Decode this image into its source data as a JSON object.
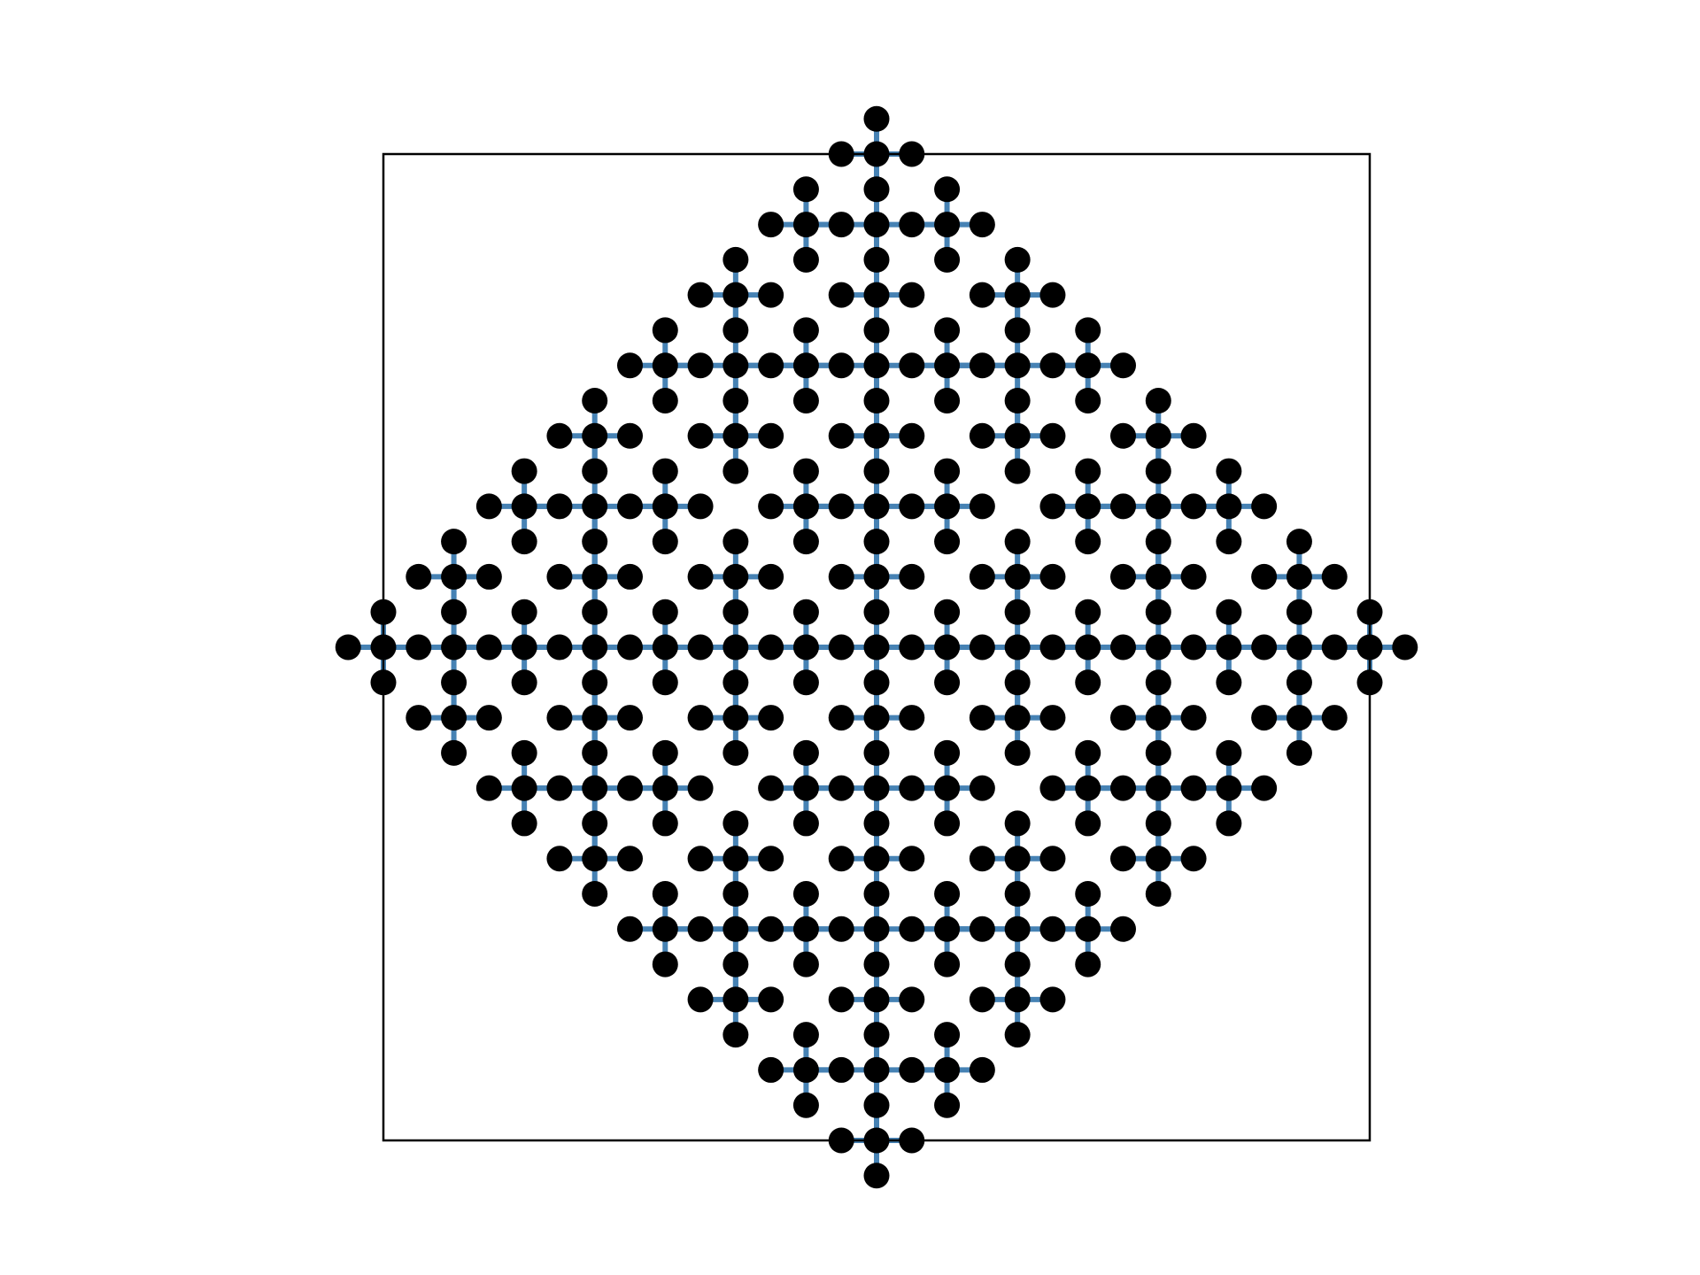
{
  "diagram": {
    "type": "H-tree",
    "depth": 3,
    "axis_ticks": false,
    "frame": true,
    "colors": {
      "edge": "#4682b4",
      "node": "#000000",
      "frame": "#000000",
      "background": "#ffffff"
    },
    "xlim": [
      -7,
      7
    ],
    "ylim": [
      -7,
      7
    ],
    "center": [
      0,
      0
    ],
    "initial_length": 4
  }
}
